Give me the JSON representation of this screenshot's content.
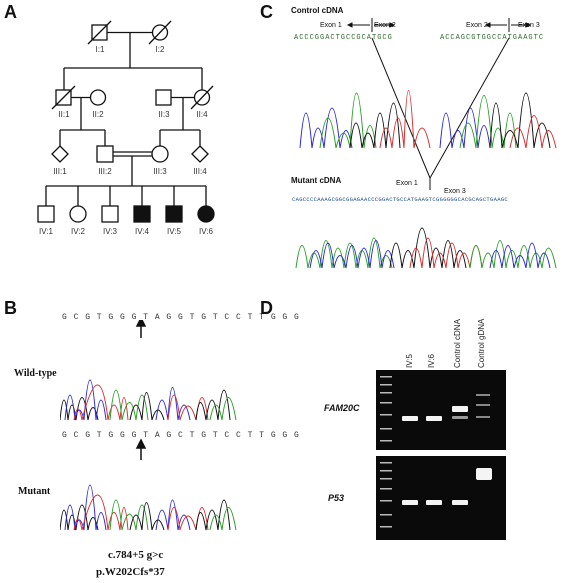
{
  "panels": {
    "A": {
      "label": "A",
      "individuals": {
        "I1": "I:1",
        "I2": "I:2",
        "II1": "II:1",
        "II2": "II:2",
        "II3": "II:3",
        "II4": "II:4",
        "III1": "III:1",
        "III2": "III:2",
        "III3": "III:3",
        "III4": "III:4",
        "IV1": "IV:1",
        "IV2": "IV:2",
        "IV3": "IV:3",
        "IV4": "IV:4",
        "IV5": "IV:5",
        "IV6": "IV:6"
      }
    },
    "B": {
      "label": "B",
      "wt_label": "Wild-type",
      "mut_label": "Mutant",
      "wt_seq": "G C G T G G G T A G G T G T C C T T G G G",
      "mut_seq": "G C G T G G G T A G C T G T C C T T G G G",
      "mutation_c": "c.784+5 g>c",
      "mutation_p": "p.W202Cfs*37"
    },
    "C": {
      "label": "C",
      "control_title": "Control cDNA",
      "mutant_title": "Mutant cDNA",
      "exon1": "Exon 1",
      "exon2": "Exon 2",
      "exon3": "Exon 3",
      "ctrl_seq_left": "ACCCGGACTGCCGCATGCG",
      "ctrl_seq_right": "ACCAGCGTGGCCATGAAGTC",
      "mut_seq": "CAGCCCCAAAGCGGCGGAGAACCCGGACTGCCATGAAGTCGGGGGGCACGCAGCTGAAGC"
    },
    "D": {
      "label": "D",
      "lanes": [
        "IV:5",
        "IV:6",
        "Control cDNA",
        "Control gDNA"
      ],
      "gene1": "FAM20C",
      "gene2": "P53"
    }
  }
}
